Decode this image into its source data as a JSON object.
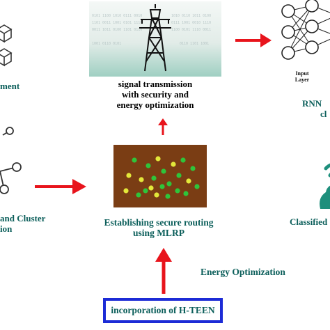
{
  "left_top": {
    "label_fragment": "ment"
  },
  "left_mid": {
    "label_line1": "and Cluster",
    "label_line2": "ion"
  },
  "center_top": {
    "label_line1": "signal transmission",
    "label_line2": "with security and",
    "label_line3": "energy optimization"
  },
  "center_mid": {
    "label_line1": "Establishing secure routing",
    "label_line2": "using MLRP"
  },
  "center_bottom": {
    "box_label": "incorporation of H-TEEN",
    "side_label": "Energy Optimization"
  },
  "right_top": {
    "input_layer_line1": "Input",
    "input_layer_line2": "Layer",
    "label_line1": "RNN",
    "label_line2": "cl"
  },
  "right_bottom": {
    "label_fragment": "Classified"
  },
  "colors": {
    "arrow": "#e8141c",
    "label_text": "#0c5f5b",
    "box_border": "#1c2bd6",
    "routing_background": "#7a3d14",
    "node_green": "#2fc43a",
    "node_yellow": "#e3e83a",
    "cloud": "#1e8f7c"
  },
  "icons": [
    "cube-icon",
    "network-graph-icon",
    "transmission-tower-icon",
    "neural-network-icon",
    "cloud-wifi-icon"
  ]
}
